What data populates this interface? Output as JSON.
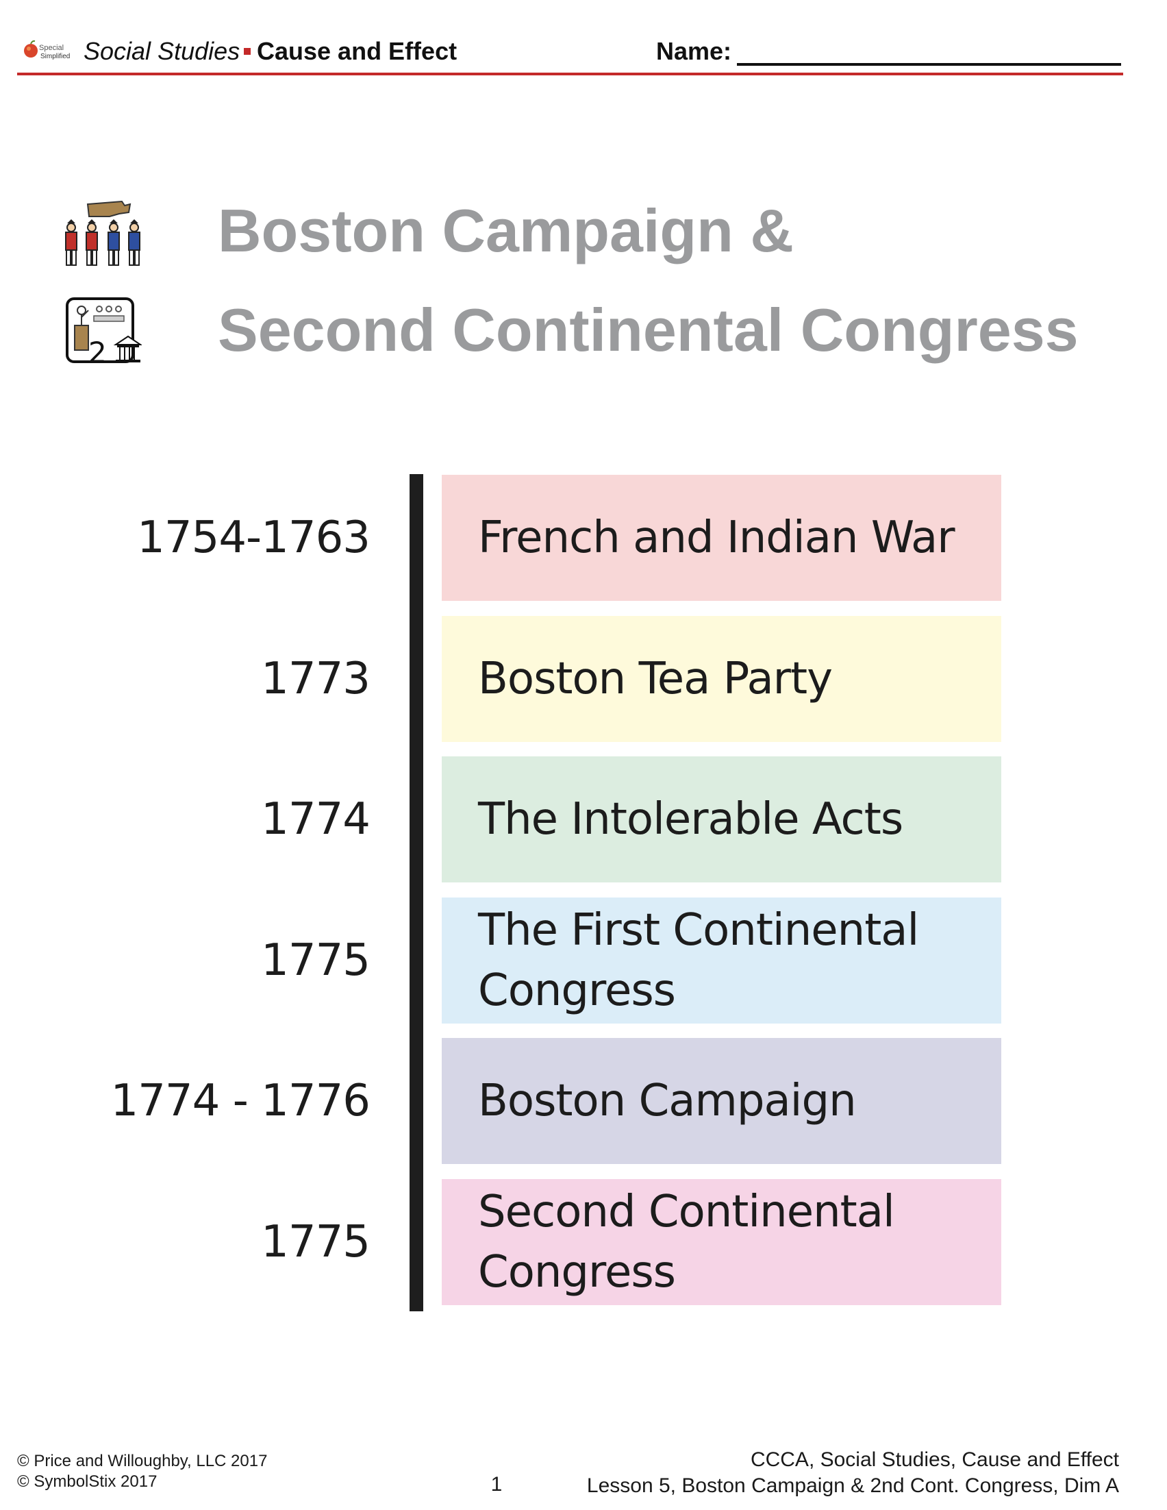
{
  "header": {
    "logo_text": "Special Simplified",
    "subject": "Social Studies",
    "topic": "Cause and Effect",
    "name_label": "Name:",
    "accent_color": "#c42a2a"
  },
  "title": {
    "line1": "Boston Campaign &",
    "line2": "Second Continental Congress",
    "color": "#9a9b9d",
    "icons": [
      "boston-soldiers-icon",
      "second-congress-icon"
    ]
  },
  "timeline": {
    "events": [
      {
        "date": "1754-1763",
        "lines": [
          "French and Indian War"
        ],
        "color": "#f8d7d7"
      },
      {
        "date": "1773",
        "lines": [
          "Boston Tea Party"
        ],
        "color": "#fefadb"
      },
      {
        "date": "1774",
        "lines": [
          "The Intolerable Acts"
        ],
        "color": "#dcede0"
      },
      {
        "date": "1775",
        "lines": [
          "The First Continental",
          "Congress"
        ],
        "color": "#dbedf8"
      },
      {
        "date": "1774 - 1776",
        "lines": [
          "Boston Campaign"
        ],
        "color": "#d6d6e6"
      },
      {
        "date": "1775",
        "lines": [
          "Second Continental",
          "Congress"
        ],
        "color": "#f6d4e6"
      }
    ]
  },
  "footer": {
    "copyright_1": "© Price and Willoughby, LLC 2017",
    "copyright_2": "© SymbolStix 2017",
    "page_number": "1",
    "course_line": "CCCA, Social Studies, Cause and Effect",
    "lesson_line": "Lesson 5, Boston Campaign & 2nd Cont. Congress, Dim A"
  }
}
